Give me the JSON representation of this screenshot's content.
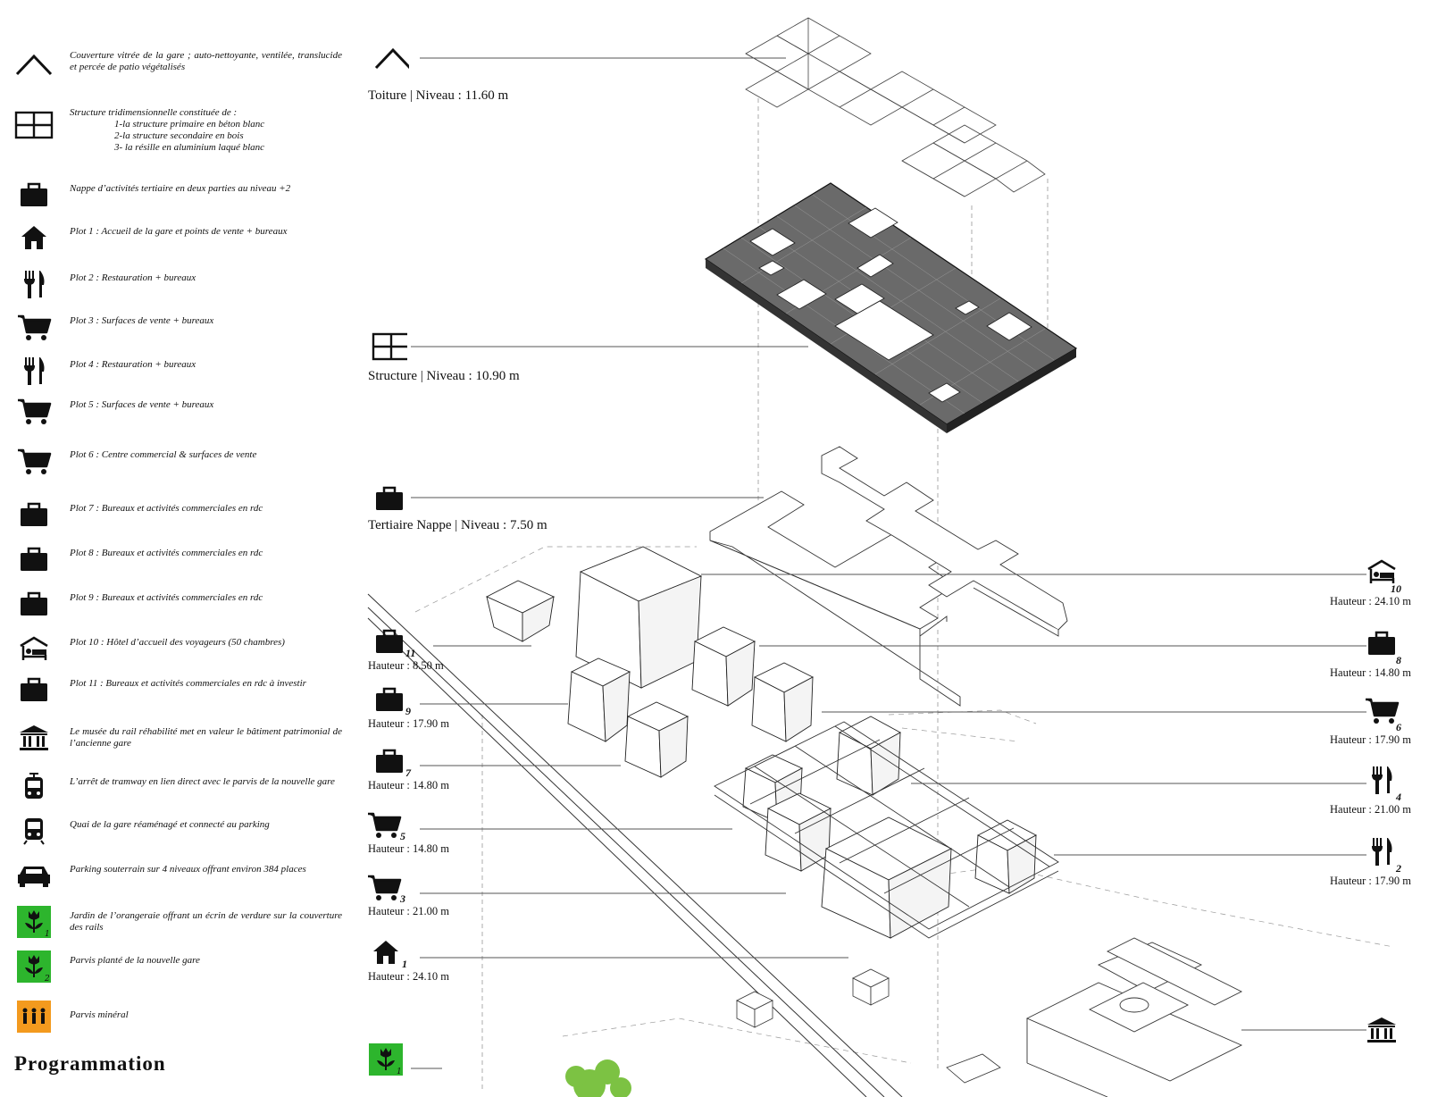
{
  "legend": {
    "items": [
      {
        "icon": "roof-icon",
        "title": "",
        "text": "Couverture vitrée de la gare ; auto-nettoyante, ventilée, translucide et percée de patio végétalisés"
      },
      {
        "icon": "structure-grid-icon",
        "title": "",
        "text": "Structure tridimensionnelle constituée de :",
        "subs": [
          "1-la structure primaire en béton blanc",
          "2-la structure secondaire en bois",
          "3- la résille en aluminium laqué blanc"
        ]
      },
      {
        "icon": "briefcase-icon",
        "title": "Nappe d’activités tertiaire",
        "text": " en deux parties au niveau +2"
      },
      {
        "icon": "house-icon",
        "title": "",
        "text": "Plot 1 : Accueil de la gare et points de vente + bureaux"
      },
      {
        "icon": "fork-knife-icon",
        "title": "",
        "text": "Plot 2 : Restauration + bureaux"
      },
      {
        "icon": "cart-icon",
        "title": "",
        "text": "Plot 3 : Surfaces de vente + bureaux"
      },
      {
        "icon": "fork-knife-icon",
        "title": "",
        "text": "Plot 4 : Restauration + bureaux"
      },
      {
        "icon": "cart-icon",
        "title": "",
        "text": "Plot 5 : Surfaces de vente + bureaux"
      },
      {
        "icon": "cart-icon",
        "title": "",
        "text": "Plot 6 : Centre commercial & surfaces de vente"
      },
      {
        "icon": "briefcase-icon",
        "title": "",
        "text": "Plot 7 : Bureaux et activités commerciales en rdc"
      },
      {
        "icon": "briefcase-icon",
        "title": "",
        "text": "Plot 8 : Bureaux et activités commerciales en rdc"
      },
      {
        "icon": "briefcase-icon",
        "title": "",
        "text": "Plot 9 : Bureaux et activités commerciales en rdc"
      },
      {
        "icon": "hotel-bed-icon",
        "title": "",
        "text": "Plot 10 : Hôtel d’accueil des voyageurs (50 chambres)"
      },
      {
        "icon": "briefcase-icon",
        "title": "",
        "text": "Plot 11 : Bureaux et activités commerciales en rdc à investir"
      },
      {
        "icon": "museum-icon",
        "title": "Le musée du rail",
        "text": " réhabilité met en valeur le bâtiment patrimonial de l’ancienne gare"
      },
      {
        "icon": "tram-icon",
        "title": "",
        "text": "L’arrêt de tramway en lien direct avec le parvis de la nouvelle gare"
      },
      {
        "icon": "train-icon",
        "title": "",
        "text": "Quai de la gare réaménagé et connecté au parking"
      },
      {
        "icon": "car-icon",
        "title": "",
        "text": "Parking souterrain sur 4 niveaux offrant environ 384 places"
      },
      {
        "icon": "garden-1-icon",
        "title": "",
        "text": "Jardin de l’orangeraie offrant un écrin de verdure sur la couverture des rails"
      },
      {
        "icon": "garden-2-icon",
        "title": "",
        "text": "Parvis planté de la nouvelle gare"
      },
      {
        "icon": "people-plaza-icon",
        "title": "",
        "text": "Parvis minéral"
      }
    ],
    "title": "Programmation"
  },
  "levels": [
    {
      "label": "Toiture | Niveau  : 11.60 m",
      "icon": "roof-icon"
    },
    {
      "label": "Structure | Niveau  : 10.90 m",
      "icon": "structure-grid-icon"
    },
    {
      "label": "Tertiaire Nappe | Niveau  : 7.50 m",
      "icon": "briefcase-icon"
    }
  ],
  "plots_left": [
    {
      "num": "11",
      "height": "Hauteur  : 8.50 m",
      "icon": "briefcase-icon"
    },
    {
      "num": "9",
      "height": "Hauteur  : 17.90 m",
      "icon": "briefcase-icon"
    },
    {
      "num": "7",
      "height": "Hauteur  : 14.80 m",
      "icon": "briefcase-icon"
    },
    {
      "num": "5",
      "height": "Hauteur  : 14.80 m",
      "icon": "cart-icon"
    },
    {
      "num": "3",
      "height": "Hauteur  : 21.00 m",
      "icon": "cart-icon"
    },
    {
      "num": "1",
      "height": "Hauteur  : 24.10 m",
      "icon": "house-icon"
    },
    {
      "num": "1",
      "height": "",
      "icon": "garden-1-icon"
    }
  ],
  "plots_right": [
    {
      "num": "10",
      "height": "Hauteur  : 24.10 m",
      "icon": "hotel-bed-icon"
    },
    {
      "num": "8",
      "height": "Hauteur  : 14.80 m",
      "icon": "briefcase-icon"
    },
    {
      "num": "6",
      "height": "Hauteur  : 17.90 m",
      "icon": "cart-icon"
    },
    {
      "num": "4",
      "height": "Hauteur  : 21.00 m",
      "icon": "fork-knife-icon"
    },
    {
      "num": "2",
      "height": "Hauteur  : 17.90 m",
      "icon": "fork-knife-icon"
    },
    {
      "num": "",
      "height": "",
      "icon": "museum-icon"
    }
  ],
  "colors": {
    "garden": "#2db52d",
    "plaza": "#f39a1e",
    "ink": "#111111",
    "line": "#555555"
  }
}
